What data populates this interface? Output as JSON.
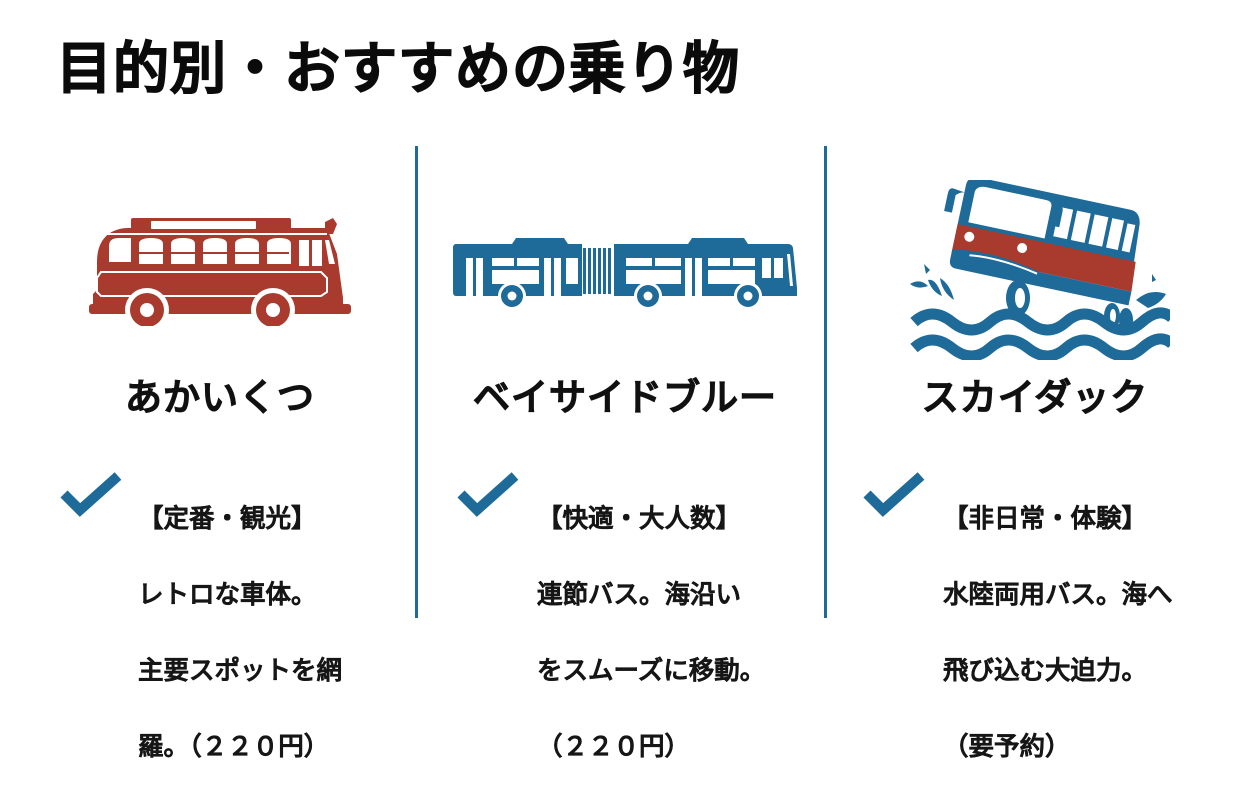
{
  "title": "目的別・おすすめの乗り物",
  "colors": {
    "red": "#A83A2E",
    "blue": "#1E6A99",
    "text": "#111111",
    "background": "#FFFFFF"
  },
  "vehicles": [
    {
      "name": "あかいくつ",
      "icon": "retro-bus-icon",
      "icon_color": "#A83A2E",
      "check_icon": "checkmark-icon",
      "tag": "【定番・観光】",
      "lines": [
        "レトロな車体。",
        "主要スポットを網",
        "羅。（２２０円）"
      ]
    },
    {
      "name": "ベイサイドブルー",
      "icon": "articulated-bus-icon",
      "icon_color": "#1E6A99",
      "check_icon": "checkmark-icon",
      "tag": "【快適・大人数】",
      "lines": [
        "連節バス。海沿い",
        "をスムーズに移動。",
        "（２２０円）"
      ]
    },
    {
      "name": "スカイダック",
      "icon": "amphibious-bus-icon",
      "icon_color": "#1E6A99",
      "check_icon": "checkmark-icon",
      "tag": "【非日常・体験】",
      "lines": [
        "水陸両用バス。海へ",
        "飛び込む大迫力。",
        "（要予約）"
      ]
    }
  ]
}
